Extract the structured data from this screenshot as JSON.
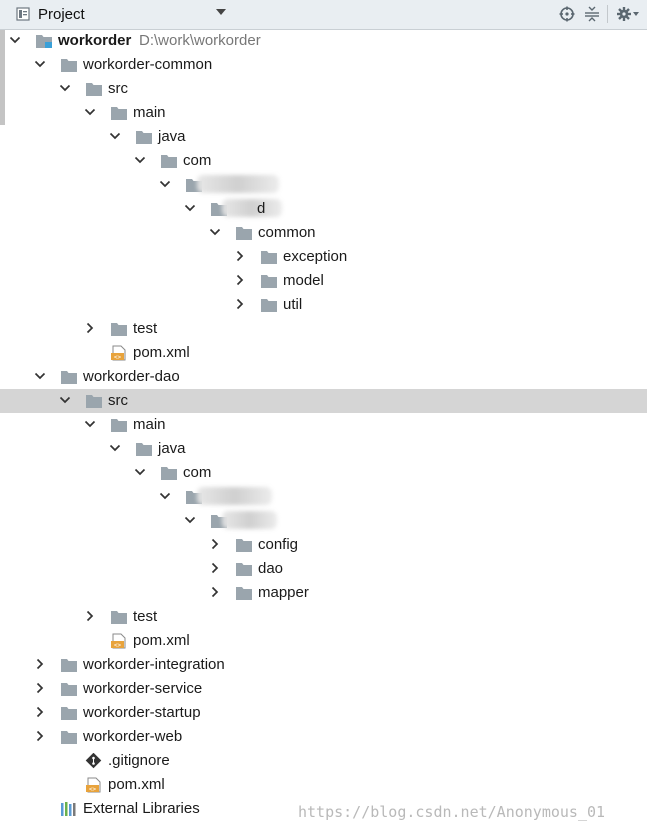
{
  "toolbar": {
    "title": "Project",
    "icons": [
      "locate-icon",
      "collapse-all-icon",
      "settings-gear-icon"
    ]
  },
  "tree": [
    {
      "depth": 0,
      "type": "module",
      "expand": "open",
      "label": "workorder",
      "bold": true,
      "path": "D:\\work\\workorder"
    },
    {
      "depth": 1,
      "type": "folder",
      "expand": "open",
      "label": "workorder-common"
    },
    {
      "depth": 2,
      "type": "folder",
      "expand": "open",
      "label": "src"
    },
    {
      "depth": 3,
      "type": "folder",
      "expand": "open",
      "label": "main"
    },
    {
      "depth": 4,
      "type": "folder",
      "expand": "open",
      "label": "java"
    },
    {
      "depth": 5,
      "type": "folder",
      "expand": "open",
      "label": "com"
    },
    {
      "depth": 6,
      "type": "folder",
      "expand": "open",
      "label": "",
      "blurred": true,
      "blur_width": 82
    },
    {
      "depth": 7,
      "type": "folder",
      "expand": "open",
      "label": "d",
      "blurred": true,
      "blur_width": 60
    },
    {
      "depth": 8,
      "type": "folder",
      "expand": "open",
      "label": "common"
    },
    {
      "depth": 9,
      "type": "folder",
      "expand": "closed",
      "label": "exception"
    },
    {
      "depth": 9,
      "type": "folder",
      "expand": "closed",
      "label": "model"
    },
    {
      "depth": 9,
      "type": "folder",
      "expand": "closed",
      "label": "util"
    },
    {
      "depth": 3,
      "type": "folder",
      "expand": "closed",
      "label": "test"
    },
    {
      "depth": 3,
      "type": "xml",
      "expand": "none",
      "label": "pom.xml"
    },
    {
      "depth": 1,
      "type": "folder",
      "expand": "open",
      "label": "workorder-dao"
    },
    {
      "depth": 2,
      "type": "folder",
      "expand": "open",
      "label": "src",
      "selected": true
    },
    {
      "depth": 3,
      "type": "folder",
      "expand": "open",
      "label": "main"
    },
    {
      "depth": 4,
      "type": "folder",
      "expand": "open",
      "label": "java"
    },
    {
      "depth": 5,
      "type": "folder",
      "expand": "open",
      "label": "com"
    },
    {
      "depth": 6,
      "type": "folder",
      "expand": "open",
      "label": "",
      "blurred": true,
      "blur_width": 75
    },
    {
      "depth": 7,
      "type": "folder",
      "expand": "open",
      "label": "",
      "blurred": true,
      "blur_width": 55
    },
    {
      "depth": 8,
      "type": "folder",
      "expand": "closed",
      "label": "config"
    },
    {
      "depth": 8,
      "type": "folder",
      "expand": "closed",
      "label": "dao"
    },
    {
      "depth": 8,
      "type": "folder",
      "expand": "closed",
      "label": "mapper"
    },
    {
      "depth": 3,
      "type": "folder",
      "expand": "closed",
      "label": "test"
    },
    {
      "depth": 3,
      "type": "xml",
      "expand": "none",
      "label": "pom.xml"
    },
    {
      "depth": 1,
      "type": "folder",
      "expand": "closed",
      "label": "workorder-integration"
    },
    {
      "depth": 1,
      "type": "folder",
      "expand": "closed",
      "label": "workorder-service"
    },
    {
      "depth": 1,
      "type": "folder",
      "expand": "closed",
      "label": "workorder-startup"
    },
    {
      "depth": 1,
      "type": "folder",
      "expand": "closed",
      "label": "workorder-web"
    },
    {
      "depth": 2,
      "type": "git",
      "expand": "none",
      "label": ".gitignore"
    },
    {
      "depth": 2,
      "type": "xml",
      "expand": "none",
      "label": "pom.xml"
    },
    {
      "depth": 1,
      "type": "libs",
      "expand": "none",
      "label": "External Libraries"
    }
  ],
  "watermark": "https://blog.csdn.net/Anonymous_01",
  "colors": {
    "folder": "#9aa5ad",
    "selected_row": "#d5d5d5",
    "toolbar": "#e9eef2",
    "module_accent": "#3aa0d8",
    "xml_orange": "#e8a33c"
  }
}
